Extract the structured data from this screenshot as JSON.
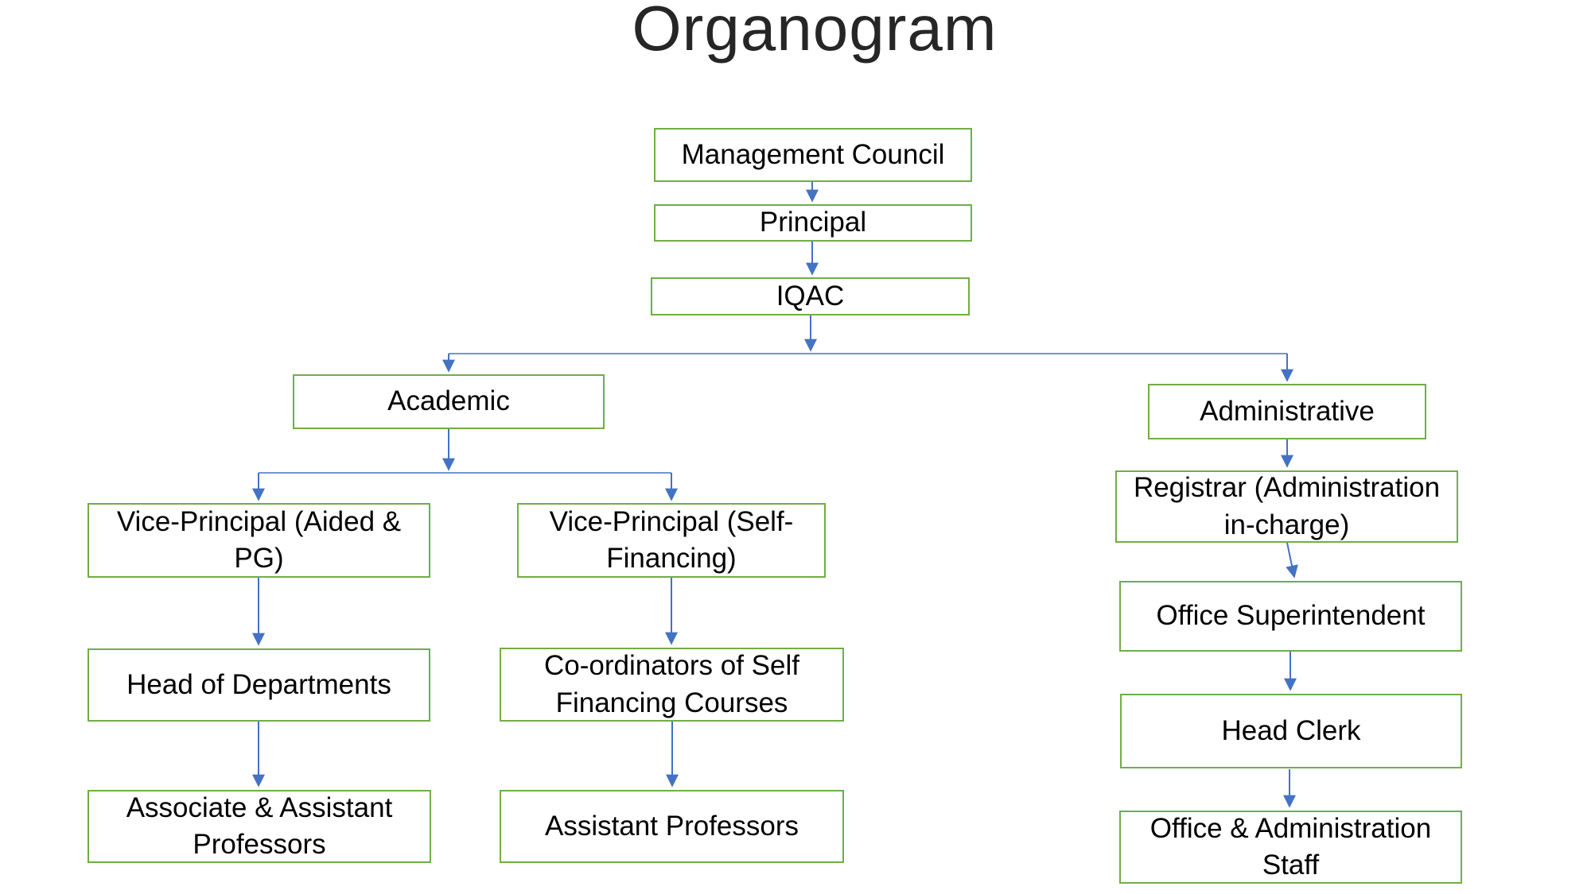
{
  "title": "Organogram",
  "colors": {
    "box_border": "#70AD47",
    "connector": "#4472C4",
    "box_text": "#000000",
    "title_text": "#262626",
    "background": "#FFFFFF"
  },
  "nodes": {
    "management_council": "Management Council",
    "principal": "Principal",
    "iqac": "IQAC",
    "academic": "Academic",
    "administrative": "Administrative",
    "vp_aided_pg": "Vice-Principal (Aided &\nPG)",
    "vp_self_financing": "Vice-Principal (Self-\nFinancing)",
    "head_of_departments": "Head of Departments",
    "coordinators_self_financing": "Co-ordinators of Self\nFinancing Courses",
    "associate_assistant_professors": "Associate & Assistant\nProfessors",
    "assistant_professors": "Assistant Professors",
    "registrar": "Registrar (Administration\nin-charge)",
    "office_superintendent": "Office Superintendent",
    "head_clerk": "Head Clerk",
    "office_admin_staff": "Office & Administration\nStaff"
  },
  "org_structure": {
    "edges": [
      {
        "from": "management_council",
        "to": "principal"
      },
      {
        "from": "principal",
        "to": "iqac"
      },
      {
        "from": "iqac",
        "to": "academic"
      },
      {
        "from": "iqac",
        "to": "administrative"
      },
      {
        "from": "academic",
        "to": "vp_aided_pg"
      },
      {
        "from": "academic",
        "to": "vp_self_financing"
      },
      {
        "from": "vp_aided_pg",
        "to": "head_of_departments"
      },
      {
        "from": "head_of_departments",
        "to": "associate_assistant_professors"
      },
      {
        "from": "vp_self_financing",
        "to": "coordinators_self_financing"
      },
      {
        "from": "coordinators_self_financing",
        "to": "assistant_professors"
      },
      {
        "from": "administrative",
        "to": "registrar"
      },
      {
        "from": "registrar",
        "to": "office_superintendent"
      },
      {
        "from": "office_superintendent",
        "to": "head_clerk"
      },
      {
        "from": "head_clerk",
        "to": "office_admin_staff"
      }
    ]
  }
}
